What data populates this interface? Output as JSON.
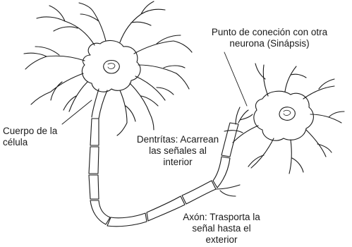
{
  "labels": {
    "cell_body": [
      "Cuerpo de la",
      "célula"
    ],
    "dendrites": [
      "Dentrítas: Acarrean",
      "las señales al",
      "interior"
    ],
    "synapse": [
      "Punto de coneción con otra",
      "neurona (Sinápsis)"
    ],
    "axon": [
      "Axón: Trasporta la",
      "señal hasta el",
      "exterior"
    ]
  },
  "colors": {
    "ink": "#1a1a1a",
    "background": "#ffffff"
  }
}
